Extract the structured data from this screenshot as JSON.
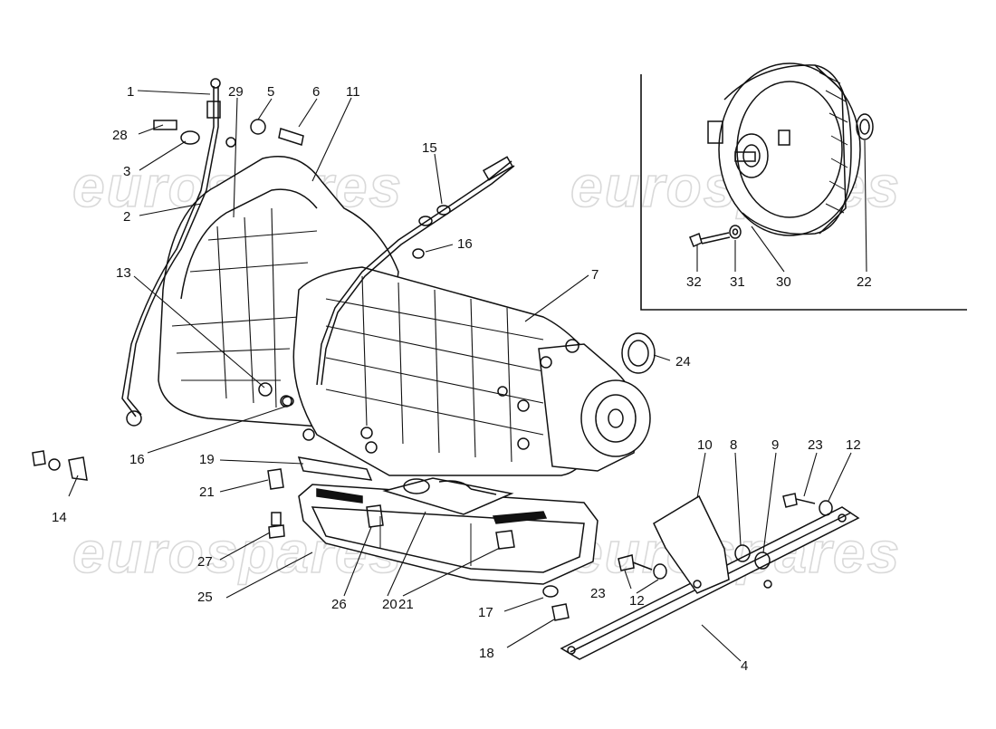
{
  "watermark": "eurospares",
  "callouts": [
    {
      "n": "1"
    },
    {
      "n": "29"
    },
    {
      "n": "5"
    },
    {
      "n": "6"
    },
    {
      "n": "11"
    },
    {
      "n": "28"
    },
    {
      "n": "3"
    },
    {
      "n": "2"
    },
    {
      "n": "15"
    },
    {
      "n": "16"
    },
    {
      "n": "13"
    },
    {
      "n": "7"
    },
    {
      "n": "16"
    },
    {
      "n": "14"
    },
    {
      "n": "19"
    },
    {
      "n": "21"
    },
    {
      "n": "27"
    },
    {
      "n": "25"
    },
    {
      "n": "26"
    },
    {
      "n": "20"
    },
    {
      "n": "21"
    },
    {
      "n": "24"
    },
    {
      "n": "10"
    },
    {
      "n": "8"
    },
    {
      "n": "9"
    },
    {
      "n": "23"
    },
    {
      "n": "12"
    },
    {
      "n": "23"
    },
    {
      "n": "12"
    },
    {
      "n": "17"
    },
    {
      "n": "18"
    },
    {
      "n": "4"
    },
    {
      "n": "32"
    },
    {
      "n": "31"
    },
    {
      "n": "30"
    },
    {
      "n": "22"
    }
  ]
}
